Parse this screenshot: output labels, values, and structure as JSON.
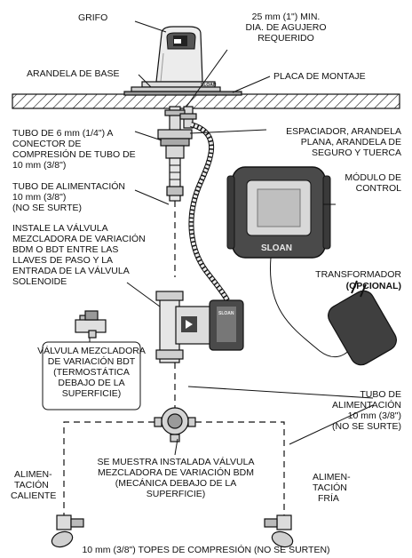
{
  "labels": {
    "faucet": "GRIFO",
    "hole_line1": "25 mm (1\") MIN.",
    "hole_line2": "DIA. DE AGUJERO",
    "hole_line3": "REQUERIDO",
    "base_washer": "ARANDELA DE BASE",
    "mounting_plate": "PLACA DE MONTAJE",
    "tube6_line1": "TUBO DE 6 mm (1/4\") A",
    "tube6_line2": "CONECTOR DE",
    "tube6_line3": "COMPRESIÓN DE TUBO DE",
    "tube6_line4": "10 mm (3/8\")",
    "spacer_line1": "ESPACIADOR, ARANDELA",
    "spacer_line2": "PLANA, ARANDELA DE",
    "spacer_line3": "SEGURO Y TUERCA",
    "supply_line1": "TUBO DE ALIMENTACIÓN",
    "supply_line2": "10 mm (3/8\")",
    "supply_line3": "(NO SE SURTE)",
    "module_line1": "MÓDULO DE",
    "module_line2": "CONTROL",
    "install_line1": "INSTALE LA VÁLVULA",
    "install_line2": "MEZCLADORA DE VARIACIÓN",
    "install_line3": "BDM O BDT ENTRE LAS",
    "install_line4": "LLAVES DE PASO Y LA",
    "install_line5": "ENTRADA DE LA VÁLVULA",
    "install_line6": "SOLENOIDE",
    "transformer": "TRANSFORMADOR",
    "optional": "(OPCIONAL)",
    "bdt_line1": "VÁLVULA MEZCLADORA",
    "bdt_line2": "DE VARIACIÓN BDT",
    "bdt_line3": "(TERMOSTÁTICA",
    "bdt_line4": "DEBAJO DE LA",
    "bdt_line5": "SUPERFICIE)",
    "supply2_line1": "TUBO DE",
    "supply2_line2": "ALIMENTACIÓN",
    "supply2_line3": "10 mm (3/8\")",
    "supply2_line4": "(NO SE SURTE)",
    "hot_line1": "ALIMEN-",
    "hot_line2": "TACIÓN",
    "hot_line3": "CALIENTE",
    "bdm_line1": "SE MUESTRA INSTALADA VÁLVULA",
    "bdm_line2": "MEZCLADORA DE VARIACIÓN BDM",
    "bdm_line3": "(MECÁNICA DEBAJO DE LA",
    "bdm_line4": "SUPERFICIE)",
    "cold_line1": "ALIMEN-",
    "cold_line2": "TACIÓN",
    "cold_line3": "FRÍA",
    "stops": "10 mm (3/8\") TOPES DE COMPRESIÓN (NO SE SURTEN)"
  },
  "brand": {
    "faucet_logo": "SLOAN",
    "module_logo": "SLOAN",
    "valve_logo": "SLOAN"
  },
  "colors": {
    "ink": "#111111",
    "part_fill": "#e6e6e6",
    "part_dark": "#4a4a4a",
    "screen": "#d8d8d8"
  }
}
